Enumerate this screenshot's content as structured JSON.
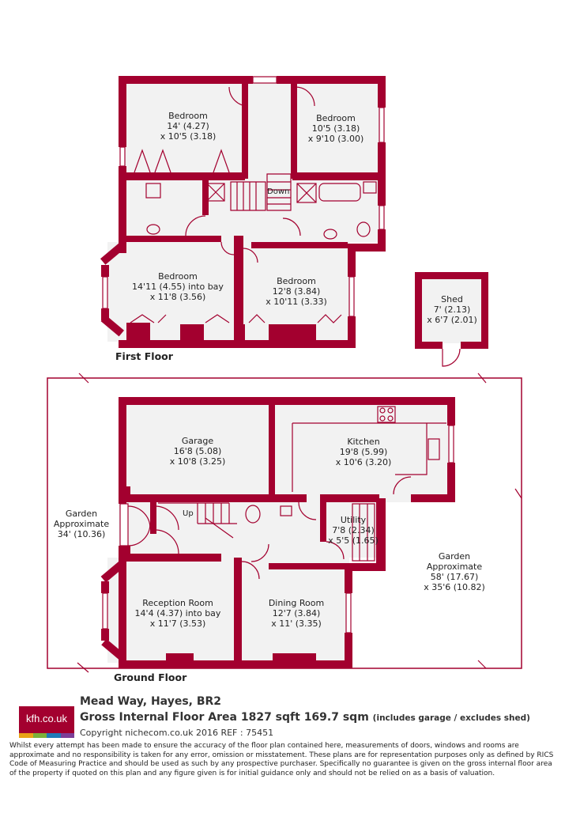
{
  "colors": {
    "wall": "#a3002f",
    "floor": "#f2f2f2",
    "text": "#222222"
  },
  "first_floor": {
    "label": "First Floor",
    "stairs_label": "Down",
    "rooms": [
      {
        "id": "bed1",
        "name": "Bedroom",
        "dims": [
          "14' (4.27)",
          "x 10'5 (3.18)"
        ]
      },
      {
        "id": "bed2",
        "name": "Bedroom",
        "dims": [
          "10'5 (3.18)",
          "x 9'10 (3.00)"
        ]
      },
      {
        "id": "bed3",
        "name": "Bedroom",
        "dims": [
          "14'11 (4.55) into bay",
          "x 11'8 (3.56)"
        ]
      },
      {
        "id": "bed4",
        "name": "Bedroom",
        "dims": [
          "12'8 (3.84)",
          "x 10'11 (3.33)"
        ]
      }
    ]
  },
  "shed": {
    "name": "Shed",
    "dims": [
      "7' (2.13)",
      "x 6'7 (2.01)"
    ]
  },
  "ground_floor": {
    "label": "Ground Floor",
    "stairs_label": "Up",
    "rooms": [
      {
        "id": "garage",
        "name": "Garage",
        "dims": [
          "16'8 (5.08)",
          "x 10'8 (3.25)"
        ]
      },
      {
        "id": "kitchen",
        "name": "Kitchen",
        "dims": [
          "19'8 (5.99)",
          "x 10'6 (3.20)"
        ]
      },
      {
        "id": "utility",
        "name": "Utility",
        "dims": [
          "7'8 (2.34)",
          "x 5'5 (1.65)"
        ]
      },
      {
        "id": "reception",
        "name": "Reception Room",
        "dims": [
          "14'4 (4.37) into bay",
          "x 11'7 (3.53)"
        ]
      },
      {
        "id": "dining",
        "name": "Dining Room",
        "dims": [
          "12'7 (3.84)",
          "x 11' (3.35)"
        ]
      }
    ],
    "garden_left": {
      "name": "Garden",
      "line2": "Approximate",
      "dims": "34' (10.36)"
    },
    "garden_right": {
      "name": "Garden",
      "line2": "Approximate",
      "dims": [
        "58' (17.67)",
        "x 35'6 (10.82)"
      ]
    }
  },
  "footer": {
    "logo": "kfh.co.uk",
    "logo_stripes": [
      "#e8a317",
      "#7bb03c",
      "#1f7ab8",
      "#7d3f98"
    ],
    "address": "Mead Way, Hayes, BR2",
    "gia": "Gross Internal Floor Area 1827 sqft 169.7 sqm",
    "gia_note": "(includes garage / excludes shed)",
    "copyright": "Copyright nichecom.co.uk 2016 REF : 75451",
    "disclaimer": "Whilst every attempt has been made to ensure the accuracy of the floor plan contained here, measurements of doors, windows and rooms are approximate and no responsibility is taken for any error, omission or misstatement.  These plans are for representation purposes only as defined by RICS Code of Measuring Practice and should be used as such by any prospective purchaser.  Specifically no guarantee is given on the gross internal floor area of the property if quoted on this plan and any figure given is for initial guidance only and should not be relied on as a basis of valuation."
  }
}
